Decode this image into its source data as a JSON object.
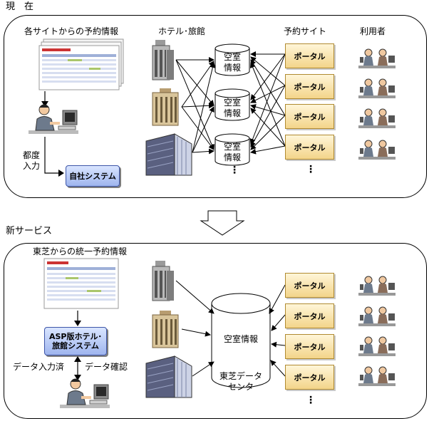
{
  "current": {
    "heading": "現　在",
    "subtitle": "各サイトからの予約情報",
    "hotels_label": "ホテル･旅館",
    "reservation_sites_label": "予約サイト",
    "users_label": "利用者",
    "db_label_line1": "空室",
    "db_label_line2": "情報",
    "portal_label": "ポータル",
    "manual_label_line1": "都度",
    "manual_label_line2": "入力",
    "own_system_label": "自社システム",
    "more": "⋮"
  },
  "new_service": {
    "heading": "新サービス",
    "subtitle": "東芝からの統一予約情報",
    "asp_line1": "ASP版ホテル･",
    "asp_line2": "旅館システム",
    "input_done": "データ入力済",
    "data_confirm": "データ確認",
    "vacancy": "空室情報",
    "dc_line1": "東芝データ",
    "dc_line2": "センタ",
    "portal_label": "ポータル",
    "more": "⋮"
  },
  "icons": {
    "arrow": "down-arrow-icon",
    "building": "building-icon",
    "user": "user-icon",
    "screen": "screenshot-icon"
  }
}
